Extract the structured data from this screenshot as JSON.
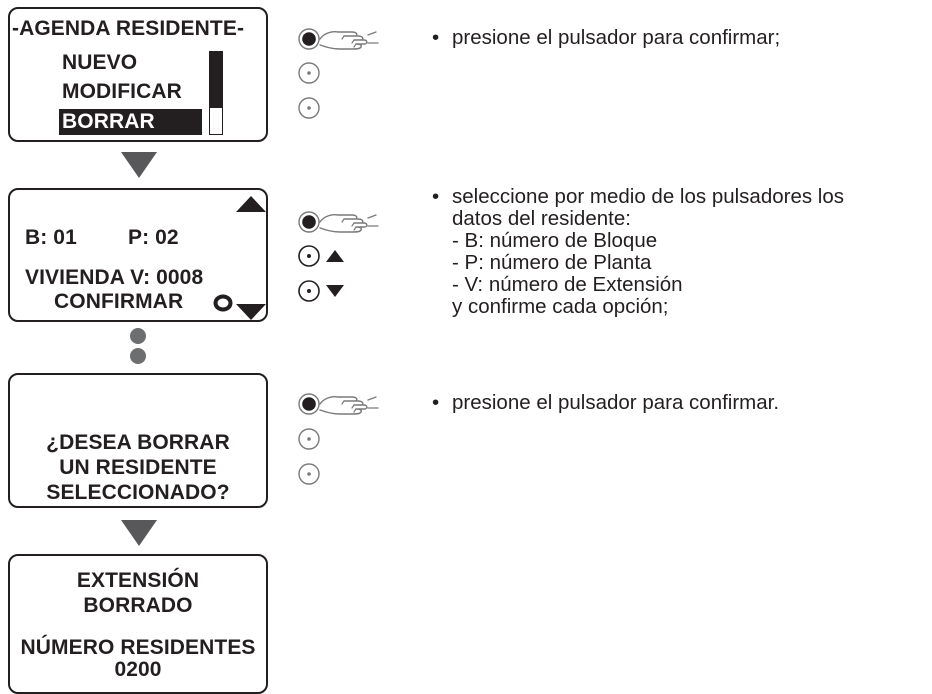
{
  "screens": {
    "menu": {
      "title": "-AGENDA RESIDENTE-",
      "items": [
        "NUEVO",
        "MODIFICAR",
        "BORRAR"
      ],
      "selected_index": 2
    },
    "select": {
      "block": "B: 01",
      "floor": "P: 02",
      "dwelling": "VIVIENDA  V: 0008",
      "confirm": "CONFIRMAR"
    },
    "question": {
      "lines": [
        "¿DESEA BORRAR",
        "UN RESIDENTE",
        "SELECCIONADO?"
      ]
    },
    "result": {
      "lines": [
        "EXTENSIÓN",
        "BORRADO"
      ],
      "count_label": "NÚMERO RESIDENTES",
      "count_value": "0200"
    }
  },
  "instructions": {
    "step1": "presione el pulsador para confirmar;",
    "step2": {
      "lead": [
        "seleccione por medio de los pulsadores los",
        "datos del residente:"
      ],
      "items": [
        "- B: número de Bloque",
        "- P: número de Planta",
        "- V: número de Extensión"
      ],
      "tail": "y confirme cada opción;"
    },
    "step3": "presione el pulsador para confirmar."
  },
  "icons": {
    "press_hand": "pointing-hand-icon",
    "button_selected": "filled-button-icon",
    "button_idle": "hollow-button-icon",
    "arrow_up": "up-triangle-icon",
    "arrow_down": "down-triangle-icon",
    "confirm_symbol": "confirm-ring-icon"
  },
  "colors": {
    "ink": "#231f20",
    "flow_arrow": "#58585a",
    "flow_dot": "#6d6e70",
    "button_outline": "#7a7a7a"
  }
}
